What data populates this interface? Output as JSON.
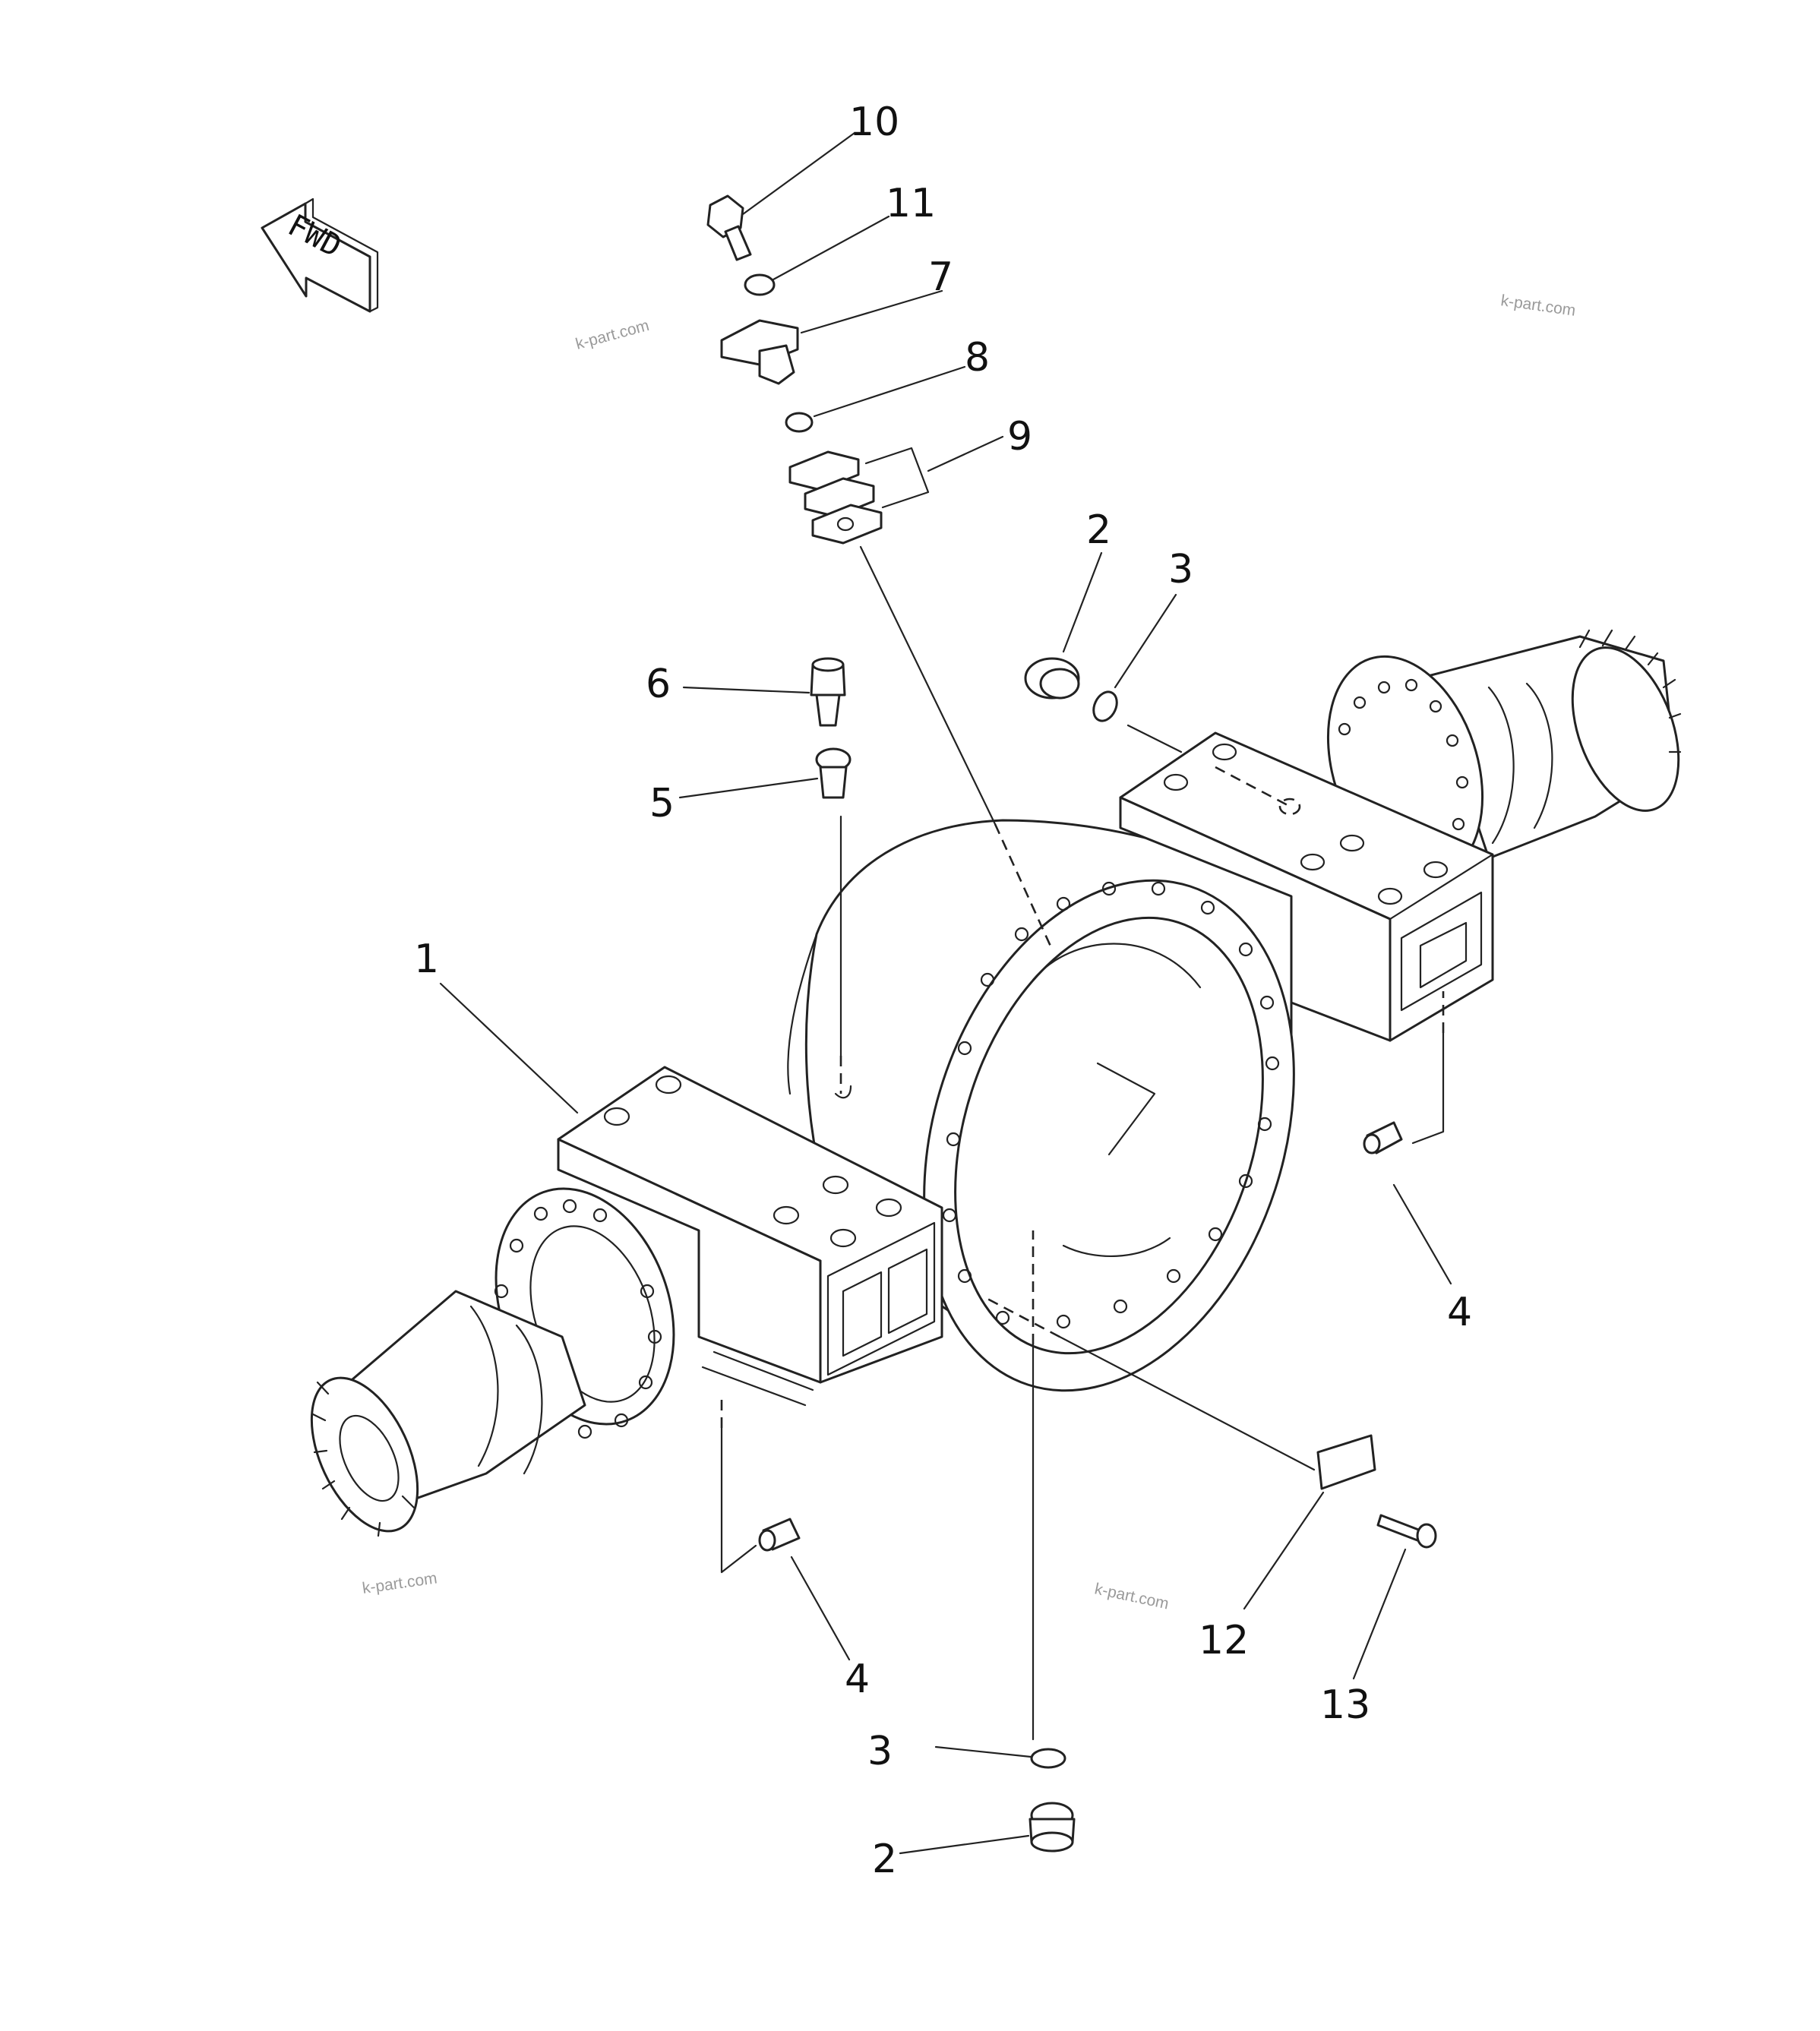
{
  "direction_marker": "FWD",
  "watermark": "k-part.com",
  "callouts": [
    {
      "key": "c10",
      "label": "10",
      "part": "bolt"
    },
    {
      "key": "c11",
      "label": "11",
      "part": "washer"
    },
    {
      "key": "c7",
      "label": "7",
      "part": "breather-elbow"
    },
    {
      "key": "c8",
      "label": "8",
      "part": "o-ring"
    },
    {
      "key": "c9",
      "label": "9",
      "part": "shim-set"
    },
    {
      "key": "c2top",
      "label": "2",
      "part": "plug"
    },
    {
      "key": "c3top",
      "label": "3",
      "part": "o-ring"
    },
    {
      "key": "c6",
      "label": "6",
      "part": "breather"
    },
    {
      "key": "c5",
      "label": "5",
      "part": "adapter"
    },
    {
      "key": "c1",
      "label": "1",
      "part": "axle-housing"
    },
    {
      "key": "c4right",
      "label": "4",
      "part": "plug"
    },
    {
      "key": "c4left",
      "label": "4",
      "part": "plug"
    },
    {
      "key": "c12",
      "label": "12",
      "part": "plate"
    },
    {
      "key": "c13",
      "label": "13",
      "part": "rivet"
    },
    {
      "key": "c3bottom",
      "label": "3",
      "part": "o-ring"
    },
    {
      "key": "c2bottom",
      "label": "2",
      "part": "plug"
    }
  ]
}
